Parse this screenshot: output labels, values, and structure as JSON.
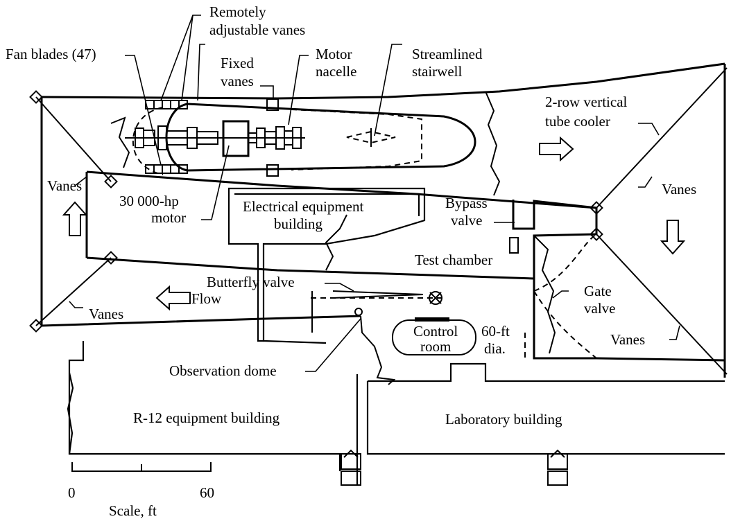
{
  "labels": {
    "remotely_adjustable_vanes_1": "Remotely",
    "remotely_adjustable_vanes_2": "adjustable vanes",
    "fan_blades": "Fan blades (47)",
    "fixed_vanes_1": "Fixed",
    "fixed_vanes_2": "vanes",
    "motor_nacelle_1": "Motor",
    "motor_nacelle_2": "nacelle",
    "streamlined_stairwell_1": "Streamlined",
    "streamlined_stairwell_2": "stairwell",
    "tube_cooler_1": "2-row vertical",
    "tube_cooler_2": "tube cooler",
    "vanes_left_upper": "Vanes",
    "vanes_right_upper": "Vanes",
    "vanes_left_lower": "Vanes",
    "vanes_right_lower": "Vanes",
    "motor_1": "30 000-hp",
    "motor_2": "motor",
    "electrical_building_1": "Electrical equipment",
    "electrical_building_2": "building",
    "bypass_valve_1": "Bypass",
    "bypass_valve_2": "valve",
    "test_chamber": "Test chamber",
    "butterfly_valve": "Butterfly valve",
    "flow": "Flow",
    "gate_valve_1": "Gate",
    "gate_valve_2": "valve",
    "control_room_1": "Control",
    "control_room_2": "room",
    "diameter_1": "60-ft",
    "diameter_2": "dia.",
    "observation_dome": "Observation dome",
    "r12_building": "R-12 equipment building",
    "laboratory_building": "Laboratory building"
  },
  "scale": {
    "min": "0",
    "max": "60",
    "label": "Scale, ft"
  }
}
